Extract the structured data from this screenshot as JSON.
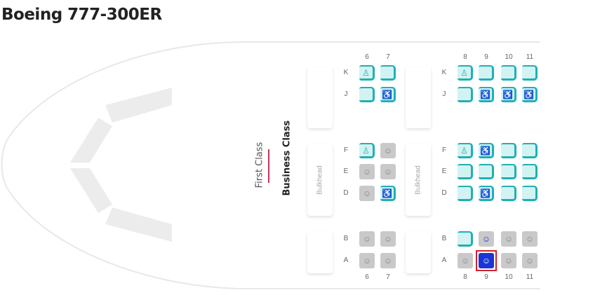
{
  "title": "Boeing 777-300ER",
  "classes": {
    "first": "First Class",
    "business": "Business Class"
  },
  "bulkhead_label": "Bulkhead",
  "columns_left": [
    "6",
    "7"
  ],
  "columns_right": [
    "8",
    "9",
    "10",
    "11"
  ],
  "legend_status": {
    "a": "available",
    "b": "bassinet",
    "w": "accessible",
    "o": "occupied",
    "s": "selected",
    "x": "companion-selected"
  },
  "rows": [
    {
      "row": "K",
      "left": [
        "b",
        "a"
      ],
      "right": [
        "b",
        "a",
        "a",
        "a"
      ]
    },
    {
      "row": "J",
      "left": [
        "a",
        "w"
      ],
      "right": [
        "a",
        "w",
        "w",
        "w"
      ]
    },
    {
      "row": "F",
      "left": [
        "b",
        "o"
      ],
      "right": [
        "b",
        "w",
        "a",
        "a"
      ]
    },
    {
      "row": "E",
      "left": [
        "o",
        "o"
      ],
      "right": [
        "a",
        "a",
        "a",
        "a"
      ]
    },
    {
      "row": "D",
      "left": [
        "o",
        "w"
      ],
      "right": [
        "a",
        "w",
        "a",
        "a"
      ]
    },
    {
      "row": "B",
      "left": [
        "o",
        "o"
      ],
      "right": [
        "a",
        "x",
        "o",
        "o"
      ]
    },
    {
      "row": "A",
      "left": [
        "o",
        "o"
      ],
      "right": [
        "o",
        "s",
        "o",
        "o"
      ]
    }
  ],
  "selected_seat": "9A",
  "colors": {
    "available": "#d3f3f3",
    "accent": "#1fb0b3",
    "occupied": "#c9c9c9",
    "selected": "#1a35d6",
    "selection_ring": "#d4202a",
    "divider": "#c8375a"
  }
}
